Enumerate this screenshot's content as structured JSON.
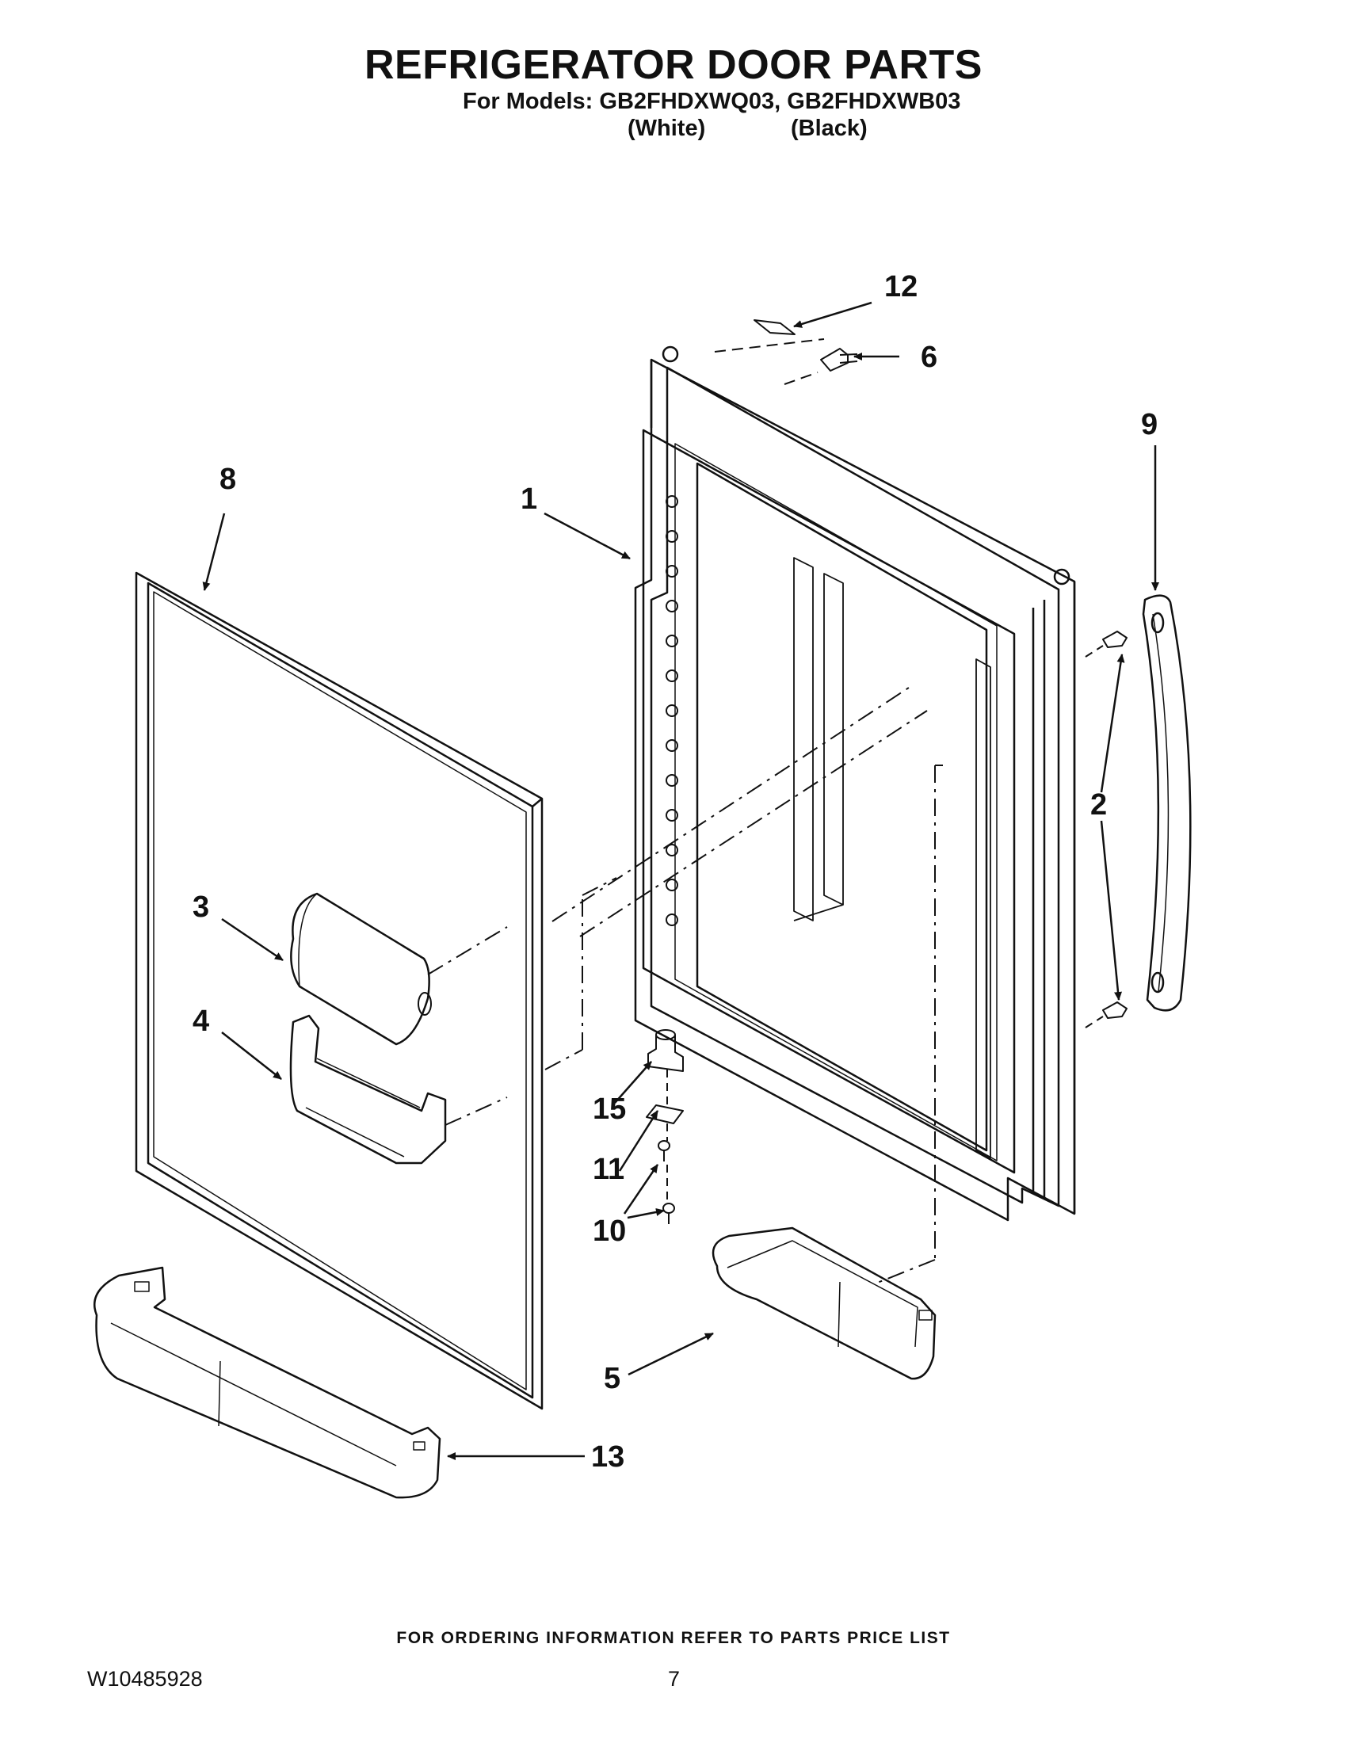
{
  "header": {
    "title": "REFRIGERATOR DOOR PARTS",
    "models_line": "For Models: GB2FHDXWQ03, GB2FHDXWB03",
    "variants": [
      "(White)",
      "(Black)"
    ]
  },
  "callouts": [
    "1",
    "2",
    "3",
    "4",
    "5",
    "6",
    "8",
    "9",
    "10",
    "11",
    "12",
    "13",
    "15"
  ],
  "footer": {
    "ordering_note": "FOR ORDERING INFORMATION REFER TO PARTS PRICE LIST",
    "document_number": "W10485928",
    "page_number": "7"
  }
}
